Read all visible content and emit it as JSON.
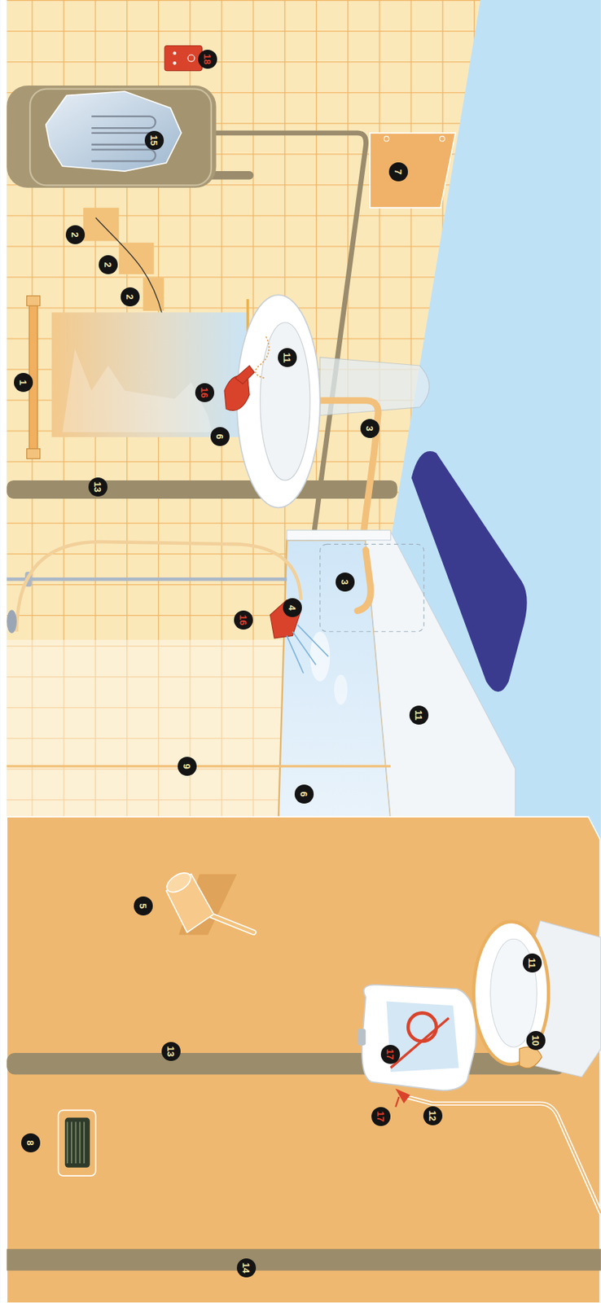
{
  "diagram": {
    "labels": [
      "1",
      "2",
      "2",
      "2",
      "15",
      "18",
      "7",
      "11",
      "16",
      "6",
      "3",
      "13",
      "3",
      "4",
      "16",
      "11",
      "9",
      "6",
      "5",
      "13",
      "17",
      "11",
      "10",
      "17",
      "12",
      "8",
      "14"
    ]
  }
}
